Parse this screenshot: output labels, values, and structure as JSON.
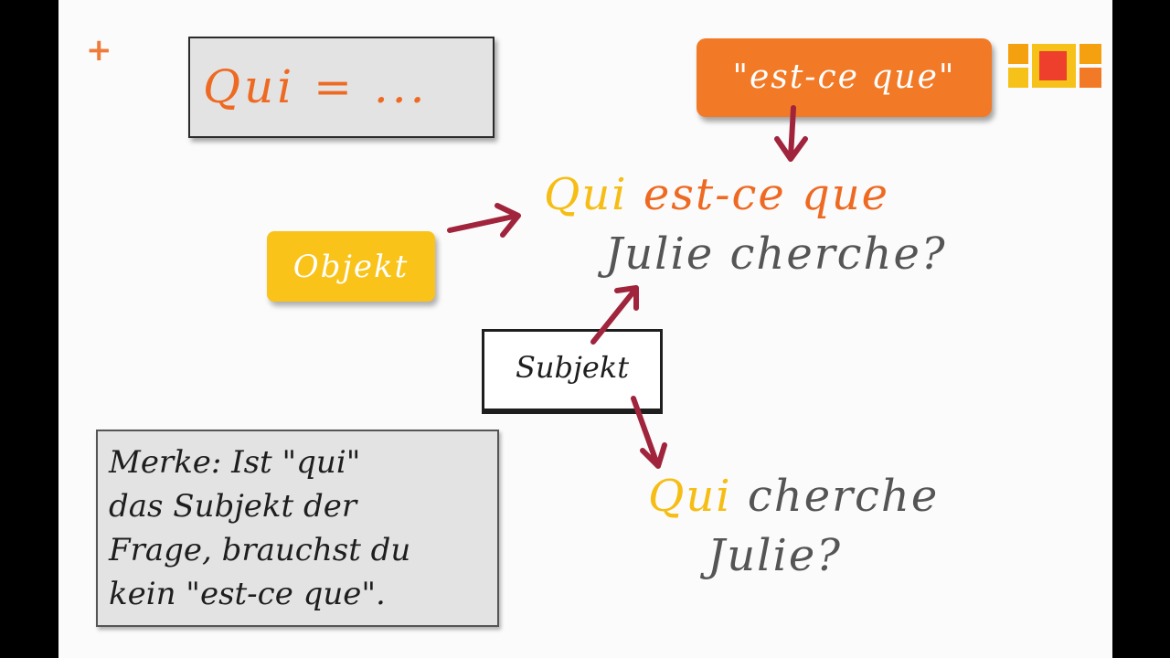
{
  "tags": {
    "qui_box": "Qui = ...",
    "est_ce_que": "\"est-ce que\"",
    "objekt": "Objekt",
    "subjekt": "Subjekt"
  },
  "question1": {
    "qui": "Qui",
    "est_ce_que": "est-ce que",
    "rest": "Julie cherche?"
  },
  "question2": {
    "qui": "Qui",
    "verb": "cherche",
    "rest": "Julie?"
  },
  "merke": {
    "lines": [
      "Merke: Ist \"qui\"",
      "das Subjekt der",
      "Frage, brauchst du",
      "kein \"est-ce que\"."
    ]
  },
  "colors": {
    "orange": "#ee6a22",
    "yellow": "#f6bd14",
    "arrow": "#a0243c",
    "grey_text": "#555555"
  },
  "icons": {
    "plus": "+",
    "logo": "orange-squares-logo"
  }
}
